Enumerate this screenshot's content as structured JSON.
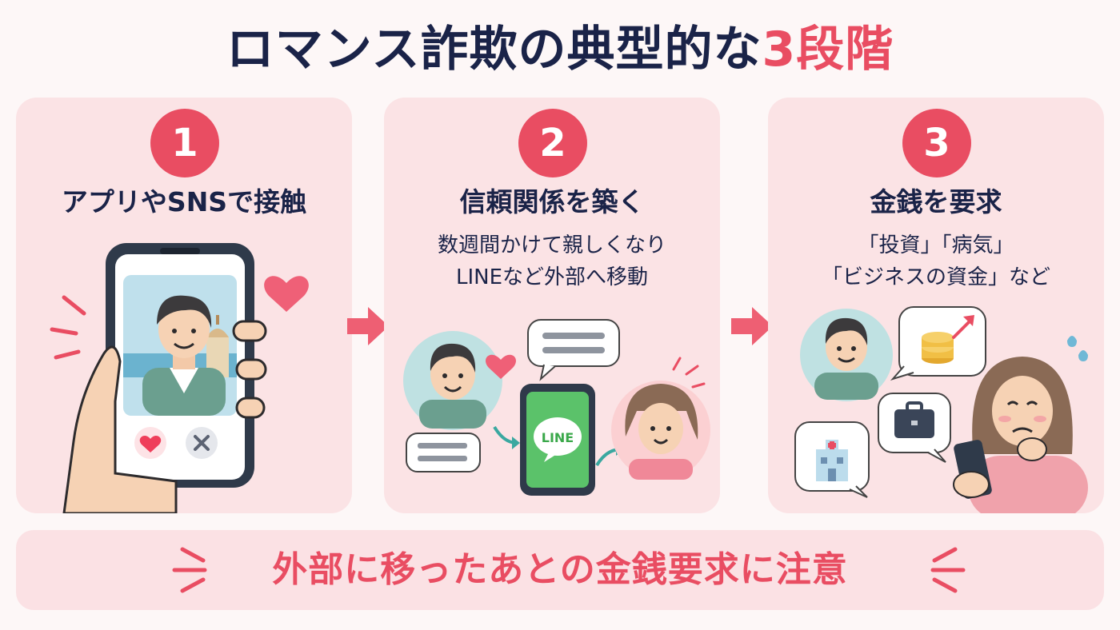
{
  "title": {
    "main": "ロマンス詐欺の典型的な",
    "accent": "3段階"
  },
  "steps": [
    {
      "number": "1",
      "heading": "アプリやSNSで接触"
    },
    {
      "number": "2",
      "heading": "信頼関係を築く",
      "desc_line1": "数週間かけて親しくなり",
      "desc_line2": "LINEなど外部へ移動",
      "app_label": "LINE"
    },
    {
      "number": "3",
      "heading": "金銭を要求",
      "desc_line1": "「投資」「病気」",
      "desc_line2": "「ビジネスの資金」など"
    }
  ],
  "banner": {
    "text": "外部に移ったあとの金銭要求に注意"
  },
  "colors": {
    "accent": "#e94d62",
    "navy": "#1a2348",
    "panel": "#fbe3e5"
  }
}
